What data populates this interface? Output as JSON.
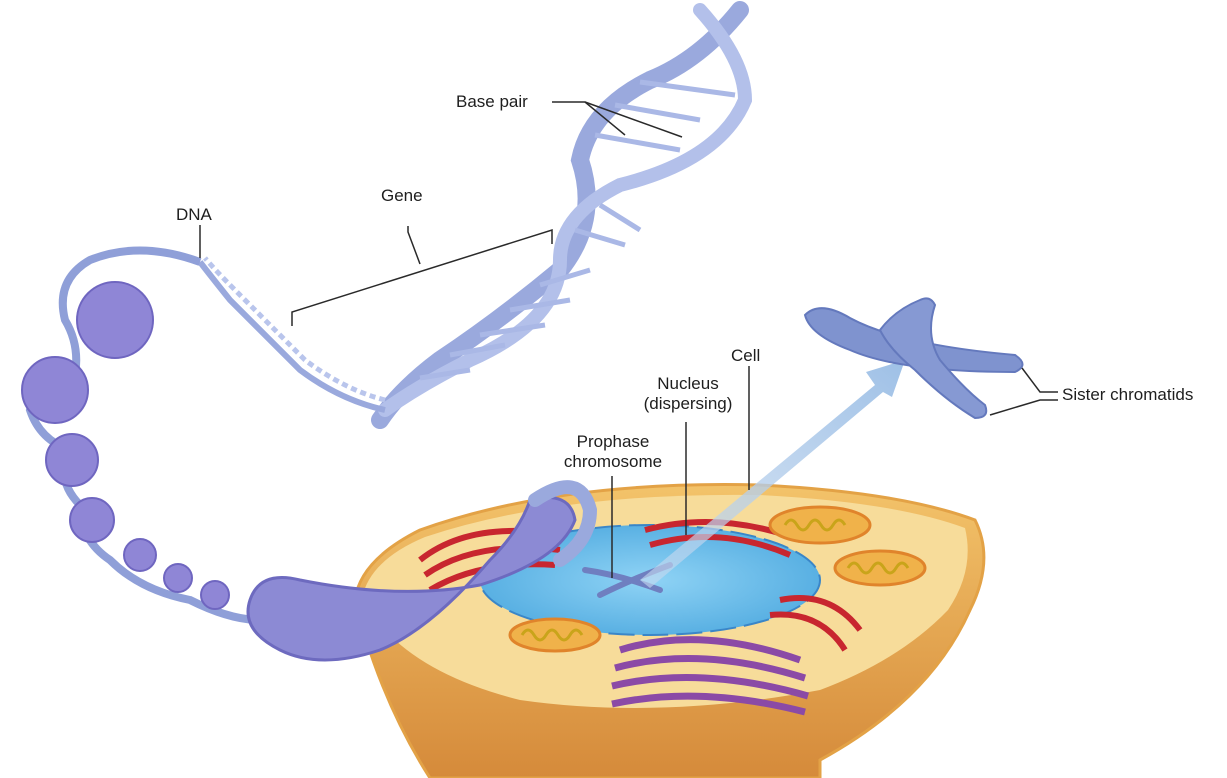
{
  "labels": {
    "base_pair": "Base pair",
    "gene": "Gene",
    "dna": "DNA",
    "cell": "Cell",
    "nucleus_line1": "Nucleus",
    "nucleus_line2": "(dispersing)",
    "prophase_line1": "Prophase",
    "prophase_line2": "chromosome",
    "sister_chromatids": "Sister chromatids"
  },
  "colors": {
    "dna_backbone": "#a6b4e3",
    "dna_backbone_dark": "#7c8fcd",
    "histone": "#8f86d6",
    "chromosome": "#7f93cf",
    "cell_cytoplasm": "#f6d58c",
    "cell_membrane": "#e8a93a",
    "nucleus": "#6cc3ec",
    "mitochondria": "#e88a2c",
    "er_rough": "#c8262f",
    "golgi": "#8b4aa6",
    "leader_line": "#2a2a2a"
  }
}
